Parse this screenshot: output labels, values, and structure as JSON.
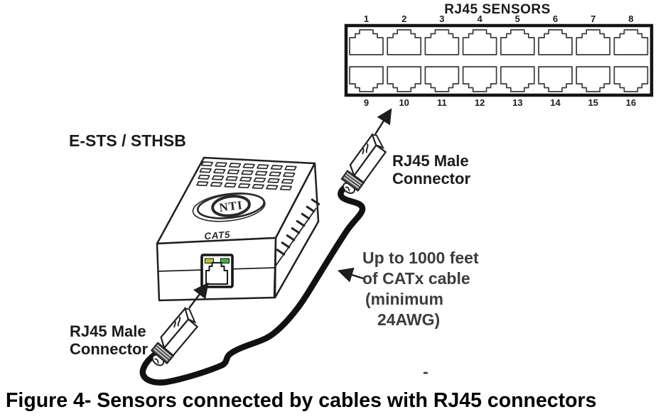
{
  "figure": {
    "caption": "Figure 4- Sensors connected by cables with RJ45 connectors",
    "stray_dash": "-"
  },
  "panel": {
    "title": "RJ45 SENSORS",
    "top_ports": [
      "1",
      "2",
      "3",
      "4",
      "5",
      "6",
      "7",
      "8"
    ],
    "bottom_ports": [
      "9",
      "10",
      "11",
      "12",
      "13",
      "14",
      "15",
      "16"
    ]
  },
  "device": {
    "label": "E-STS / STHSB",
    "logo_text": "NTI",
    "port_type_label": "CAT5",
    "led_left_color": "#b8c32f",
    "led_right_color": "#3cb53c"
  },
  "connectors": {
    "upper_label_line1": "RJ45 Male",
    "upper_label_line2": "Connector",
    "lower_label_line1": "RJ45 Male",
    "lower_label_line2": "Connector"
  },
  "cable_note": {
    "line1": "Up to 1000 feet",
    "line2": "of CATx cable",
    "line3": "(minimum",
    "line4": "24AWG)"
  },
  "colors": {
    "line": "#1d1d1d",
    "note_text": "#3c3c3c",
    "caption_text": "#000000"
  }
}
